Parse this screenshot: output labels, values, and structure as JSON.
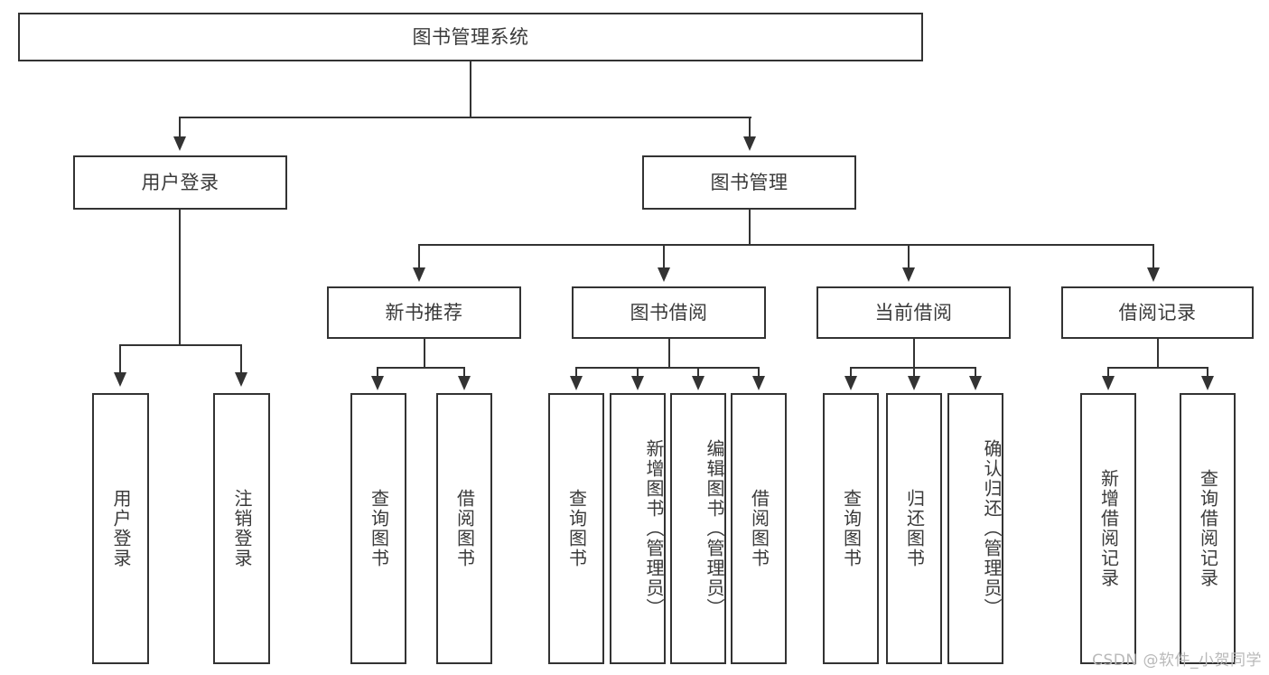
{
  "diagram": {
    "title": "图书管理系统",
    "type": "hierarchy-tree",
    "root": {
      "id": "root",
      "label": "图书管理系统"
    },
    "level2": [
      {
        "id": "user-login",
        "label": "用户登录"
      },
      {
        "id": "book-management",
        "label": "图书管理"
      }
    ],
    "level3": [
      {
        "id": "new-book-recommend",
        "label": "新书推荐",
        "parent": "book-management"
      },
      {
        "id": "book-borrow",
        "label": "图书借阅",
        "parent": "book-management"
      },
      {
        "id": "current-borrow",
        "label": "当前借阅",
        "parent": "book-management"
      },
      {
        "id": "borrow-record",
        "label": "借阅记录",
        "parent": "book-management"
      }
    ],
    "leaves": {
      "user_login": [
        {
          "id": "leaf-user-login",
          "label": "用户登录"
        },
        {
          "id": "leaf-logout-login",
          "label": "注销登录"
        }
      ],
      "new_book_recommend": [
        {
          "id": "leaf-query-book-1",
          "label": "查询图书"
        },
        {
          "id": "leaf-borrow-book-1",
          "label": "借阅图书"
        }
      ],
      "book_borrow": [
        {
          "id": "leaf-query-book-2",
          "label": "查询图书"
        },
        {
          "id": "leaf-add-book",
          "label": "新增图书（管理员）"
        },
        {
          "id": "leaf-edit-book",
          "label": "编辑图书（管理员）"
        },
        {
          "id": "leaf-borrow-book-2",
          "label": "借阅图书"
        }
      ],
      "current_borrow": [
        {
          "id": "leaf-query-book-3",
          "label": "查询图书"
        },
        {
          "id": "leaf-return-book",
          "label": "归还图书"
        },
        {
          "id": "leaf-confirm-return",
          "label": "确认归还（管理员）"
        }
      ],
      "borrow_record": [
        {
          "id": "leaf-add-record",
          "label": "新增借阅记录"
        },
        {
          "id": "leaf-query-record",
          "label": "查询借阅记录"
        }
      ]
    }
  },
  "watermark": {
    "text": "CSDN @软件_小贺同学"
  },
  "colors": {
    "stroke": "#333333",
    "text": "#3a3a3a",
    "background": "#ffffff",
    "watermark": "#b9b9b9"
  }
}
